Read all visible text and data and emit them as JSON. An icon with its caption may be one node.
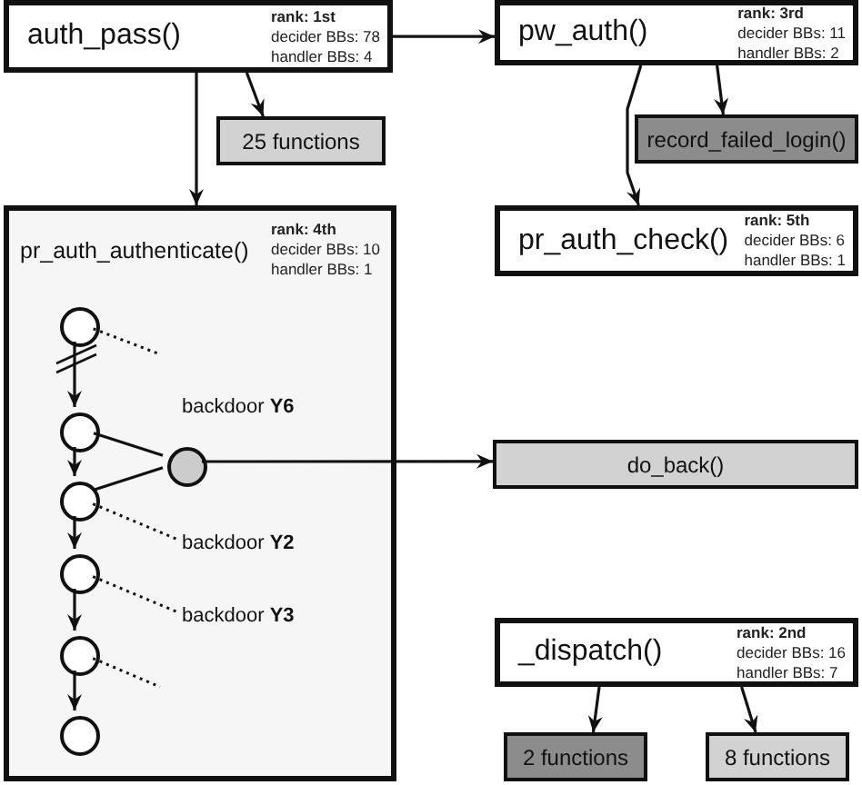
{
  "diagram": {
    "nodes": [
      {
        "text": [
          "auth_pass()",
          "rank: 1st",
          "decider BBs: 78",
          "handler BBs: 4"
        ]
      },
      {
        "text": [
          "pw_auth()",
          "rank: 3rd",
          "decider BBs: 11",
          "handler BBs: 2"
        ]
      },
      {
        "text": [
          "25 functions"
        ]
      },
      {
        "text": [
          "record_failed_login()"
        ]
      },
      {
        "text": [
          "pr_auth_authenticate()",
          "rank: 4th",
          "decider BBs: 10",
          "handler BBs: 1"
        ]
      },
      {
        "text": [
          "pr_auth_check()",
          "rank: 5th",
          "decider BBs: 6",
          "handler BBs: 1"
        ]
      },
      {
        "text": [],
        "shape": "circle",
        "in": 4
      },
      {
        "text": [],
        "shape": "circle",
        "in": 4
      },
      {
        "text": [],
        "shape": "circle",
        "in": 4,
        "beside": [
          "backdoor **Y6**"
        ]
      },
      {
        "text": [],
        "shape": "circle",
        "in": 4
      },
      {
        "text": [
          "backdoor **Y2**"
        ],
        "in": 4
      },
      {
        "text": [],
        "shape": "circle",
        "in": 4
      },
      {
        "text": [
          "backdoor **Y3**"
        ],
        "in": 4
      },
      {
        "text": [],
        "shape": "circle",
        "in": 4
      },
      {
        "text": [],
        "shape": "circle",
        "in": 4
      },
      {
        "text": [
          "do_back()"
        ]
      },
      {
        "text": [
          "_dispatch()",
          "rank: 2nd",
          "decider BBs: 16",
          "handler BBs: 7"
        ]
      },
      {
        "text": [
          "2 functions"
        ]
      },
      {
        "text": [
          "8 functions"
        ]
      }
    ],
    "edges": [
      {
        "from": 0,
        "to": 1,
        "arrow": "to"
      },
      {
        "from": 0,
        "to": 4,
        "arrow": "to"
      },
      {
        "from": 0,
        "to": 2,
        "arrow": "to"
      },
      {
        "from": 1,
        "to": 5,
        "arrow": "to"
      },
      {
        "from": 1,
        "to": 3,
        "arrow": "to"
      },
      {
        "from": 6,
        "to": 7,
        "arrow": "to"
      },
      {
        "from": 7,
        "to": 9,
        "arrow": "to"
      },
      {
        "from": 7,
        "to": 8,
        "arrow": "none"
      },
      {
        "from": 9,
        "to": 8,
        "arrow": "none"
      },
      {
        "from": 9,
        "to": 11,
        "arrow": "to"
      },
      {
        "from": 11,
        "to": 13,
        "arrow": "to"
      },
      {
        "from": 13,
        "to": 14,
        "arrow": "to"
      },
      {
        "from": 8,
        "to": 15,
        "arrow": "to"
      },
      {
        "from": 16,
        "to": 17,
        "arrow": "to"
      },
      {
        "from": 16,
        "to": 18,
        "arrow": "to"
      },
      {
        "from": 6,
        "to": null,
        "arrow": "none",
        "style": "dashed"
      },
      {
        "from": 9,
        "to": 10,
        "arrow": "none",
        "style": "dashed"
      },
      {
        "from": 11,
        "to": 12,
        "arrow": "none",
        "style": "dashed"
      },
      {
        "from": 13,
        "to": null,
        "arrow": "none",
        "style": "dashed"
      }
    ]
  }
}
